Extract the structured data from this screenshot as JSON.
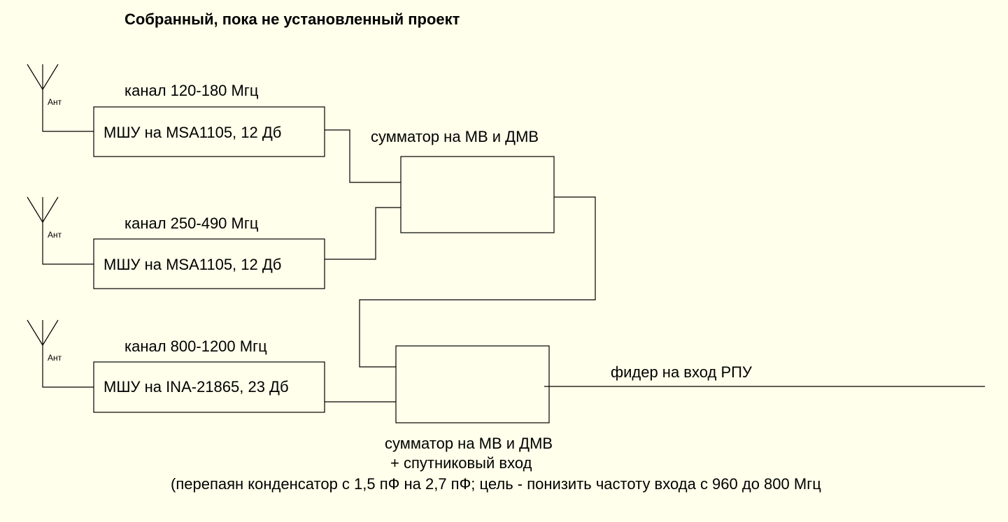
{
  "title": "Собранный, пока не установленный проект",
  "antenna_label": "Ант",
  "channels": [
    {
      "channel_label": "канал 120-180 Мгц",
      "amp_label": "МШУ на MSA1105, 12 Дб"
    },
    {
      "channel_label": "канал 250-490  Мгц",
      "amp_label": "МШУ на MSA1105, 12 Дб"
    },
    {
      "channel_label": "канал 800-1200  Мгц",
      "amp_label": "МШУ на INA-21865, 23 Дб"
    }
  ],
  "combiner1_label": "сумматор на МВ и ДМВ",
  "combiner2": {
    "label_line1": "сумматор на МВ и ДМВ",
    "label_line2": "+ спутниковый вход",
    "note": "(перепаян конденсатор с 1,5 пФ на 2,7 пФ; цель - понизить частоту входа с 960 до 800 Мгц"
  },
  "feeder_label": "фидер на вход РПУ"
}
